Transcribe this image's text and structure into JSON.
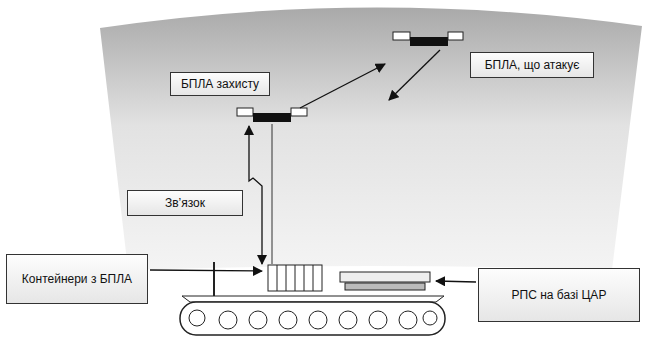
{
  "diagram": {
    "nodes": [
      {
        "text": [
          "БПЛА, що атакує"
        ]
      },
      {
        "text": [
          "БПЛА захисту"
        ]
      },
      {
        "text": [
          "Зв’язок"
        ]
      },
      {
        "text": [
          "Контейнери з БПЛА"
        ]
      },
      {
        "text": [
          "РПС на базі ЦАР"
        ]
      }
    ]
  }
}
